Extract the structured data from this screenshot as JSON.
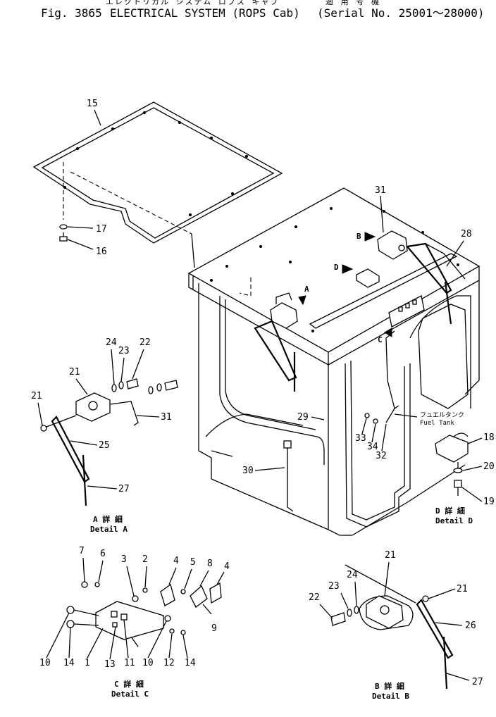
{
  "header": {
    "fig_label": "Fig. 3865",
    "title_en": "ELECTRICAL SYSTEM (ROPS Cab)",
    "title_jp": "エレクトリカル システム ロプス キャブ",
    "serial_jp": "適 用 号 機",
    "serial": "(Serial No. 25001～28000)"
  },
  "fuel_tank_label": {
    "jp": "フュエルタンク",
    "en": "Fuel Tank"
  },
  "details": {
    "A": {
      "jp": "A 詳 細",
      "en": "Detail A",
      "arrow": "A"
    },
    "B": {
      "jp": "B 詳 細",
      "en": "Detail B",
      "arrow": "B"
    },
    "C": {
      "jp": "C 詳 細",
      "en": "Detail C",
      "arrow": "C"
    },
    "D": {
      "jp": "D 詳 細",
      "en": "Detail D",
      "arrow": "D"
    }
  },
  "part_numbers": {
    "p15": "15",
    "p17": "17",
    "p16": "16",
    "p31_top": "31",
    "p28": "28",
    "p29": "29",
    "p30": "30",
    "p33": "33",
    "p34": "34",
    "p32": "32",
    "p18": "18",
    "p20": "20",
    "p19": "19",
    "a_p24": "24",
    "a_p23": "23",
    "a_p22": "22",
    "a_p21_upper": "21",
    "a_p21_left": "21",
    "a_p31": "31",
    "a_p25": "25",
    "a_p27": "27",
    "c_p7": "7",
    "c_p6": "6",
    "c_p3": "3",
    "c_p2": "2",
    "c_p4_left": "4",
    "c_p5": "5",
    "c_p8": "8",
    "c_p4_right": "4",
    "c_p9": "9",
    "c_p10_left": "10",
    "c_p14_left": "14",
    "c_p1": "1",
    "c_p13": "13",
    "c_p11": "11",
    "c_p10_right": "10",
    "c_p12": "12",
    "c_p14_right": "14",
    "b_p21_top": "21",
    "b_p24": "24",
    "b_p23": "23",
    "b_p22": "22",
    "b_p21_right": "21",
    "b_p26": "26",
    "b_p27": "27"
  }
}
